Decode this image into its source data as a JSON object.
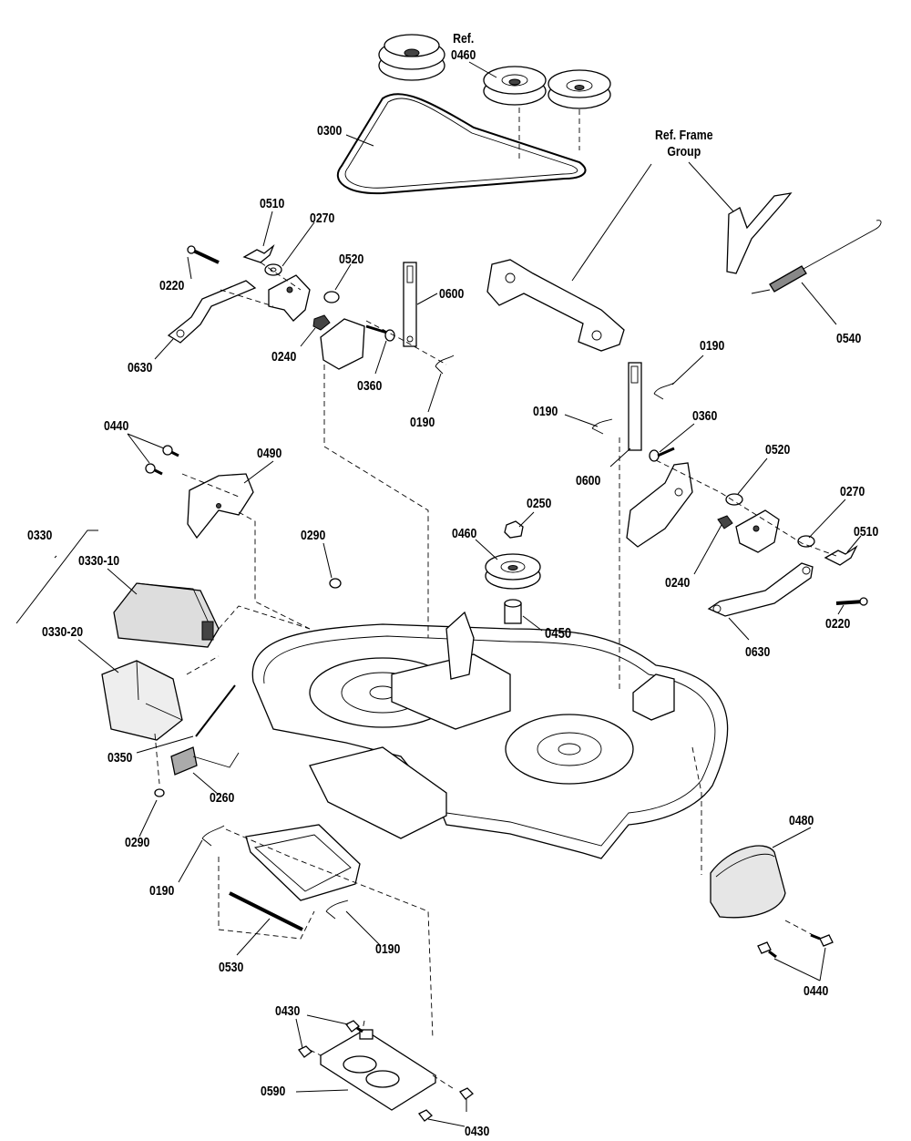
{
  "labels": {
    "ref_0460": "Ref.\n0460",
    "belt": "0300",
    "ref_frame": "Ref. Frame\nGroup",
    "l_0510": "0510",
    "l_0270": "0270",
    "l_0220": "0220",
    "l_0520": "0520",
    "l_0600": "0600",
    "l_0630": "0630",
    "l_0240": "0240",
    "l_0360": "0360",
    "l_0190": "0190",
    "r_0540": "0540",
    "r_0190a": "0190",
    "r_0190b": "0190",
    "r_0360": "0360",
    "r_0600": "0600",
    "r_0520": "0520",
    "r_0270": "0270",
    "r_0510": "0510",
    "r_0240": "0240",
    "r_0220": "0220",
    "r_0630": "0630",
    "c_0250": "0250",
    "c_0460": "0460",
    "c_0450": "0450",
    "c_0290": "0290",
    "w_0440": "0440",
    "w_0490": "0490",
    "w_0330": "0330",
    "w_0330_10": "0330-10",
    "w_0330_20": "0330-20",
    "w_0350": "0350",
    "w_0260": "0260",
    "w_0290": "0290",
    "w_0190": "0190",
    "w_0530": "0530",
    "b_0190": "0190",
    "e_0480": "0480",
    "e_0440": "0440",
    "p_0430a": "0430",
    "p_0590": "0590",
    "p_0430b": "0430"
  }
}
